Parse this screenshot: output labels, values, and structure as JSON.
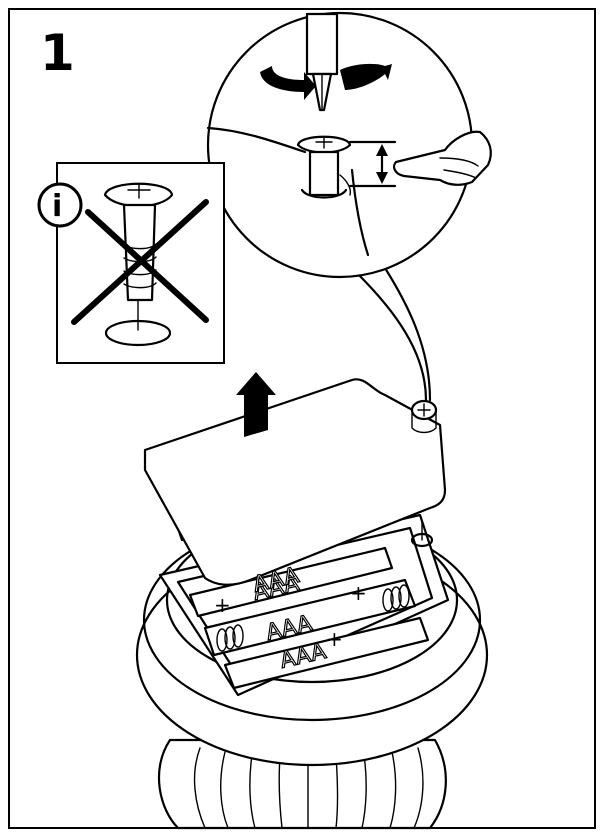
{
  "step": {
    "number": "1"
  },
  "info_box": {
    "symbol": "i"
  },
  "batteries": {
    "label": "AAA",
    "plus": "+",
    "cells": [
      {
        "id": "top"
      },
      {
        "id": "middle"
      },
      {
        "id": "bottom"
      }
    ]
  }
}
